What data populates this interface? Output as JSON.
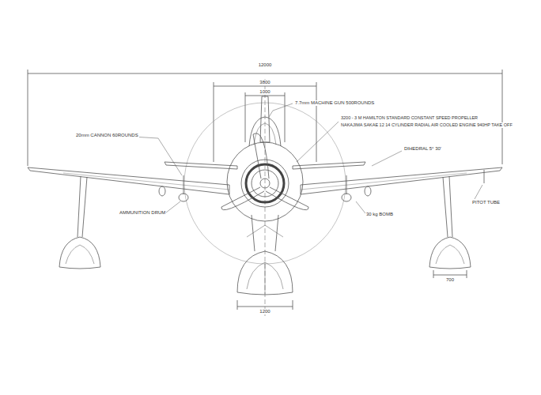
{
  "diagram": {
    "labels": [
      "12000",
      "3800",
      "1000",
      "7.7mm MACHINE GUN 500ROUNDS",
      "3200 - 3 M HAMILTON STANDARD CONSTANT SPEED PROPELLER",
      "NAKAJIMA SAKAE 12 14 CYLINDER RADIAL AIR COOLED ENGINE 940HP TAKE OFF",
      "DIHEDRAL 5° 30'",
      "PITOT TUBE",
      "20mm CANNON 60ROUNDS",
      "AMMUNITION DRUM",
      "30 kg BOMB",
      "700",
      "1200"
    ]
  }
}
